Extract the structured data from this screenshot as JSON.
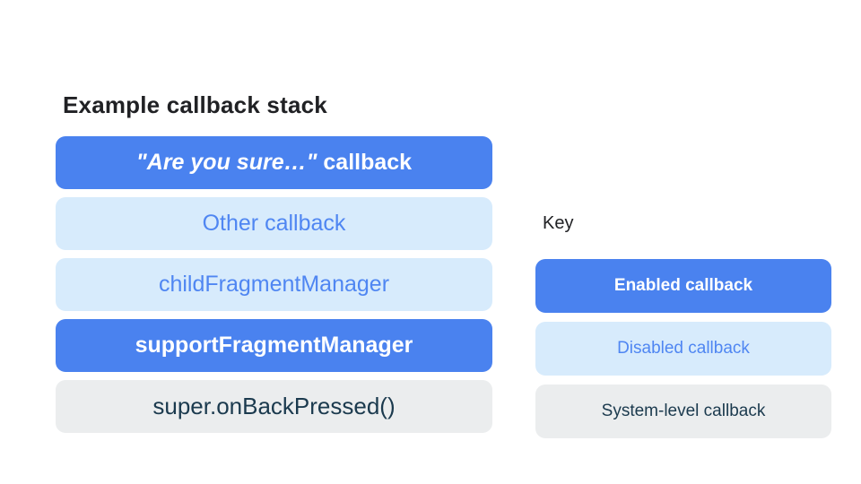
{
  "colors": {
    "enabled_bg": "#4a82ef",
    "enabled_text": "#ffffff",
    "disabled_bg": "#d7ebfc",
    "disabled_text": "#4f86f2",
    "system_bg": "#ebedee",
    "system_text": "#1b3a4e",
    "title_text": "#202124"
  },
  "diagram": {
    "title": "Example callback stack",
    "stack": [
      {
        "type": "enabled",
        "label_quoted": "\"Are you sure…\"",
        "label_rest": " callback"
      },
      {
        "type": "disabled",
        "label": "Other callback"
      },
      {
        "type": "disabled",
        "label": "childFragmentManager"
      },
      {
        "type": "enabled",
        "label": "supportFragmentManager"
      },
      {
        "type": "system",
        "label": "super.onBackPressed()"
      }
    ]
  },
  "key": {
    "title": "Key",
    "items": [
      {
        "type": "enabled",
        "label": "Enabled callback"
      },
      {
        "type": "disabled",
        "label": "Disabled callback"
      },
      {
        "type": "system",
        "label": "System-level callback"
      }
    ]
  }
}
